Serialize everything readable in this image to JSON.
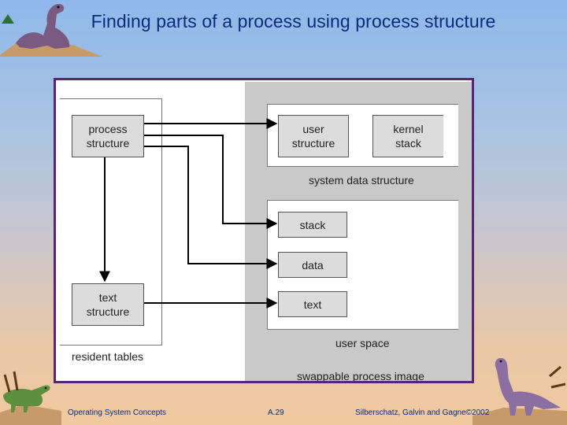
{
  "slide": {
    "title": "Finding parts of a process using process structure",
    "footer_left": "Operating System Concepts",
    "footer_center": "A.29",
    "footer_right": "Silberschatz, Galvin and Gagne©2002"
  },
  "diagram": {
    "process_structure": "process structure",
    "text_structure": "text structure",
    "resident_tables": "resident tables",
    "user_structure": "user structure",
    "kernel_stack": "kernel stack",
    "system_data_structure": "system data structure",
    "stack": "stack",
    "data": "data",
    "text": "text",
    "user_space": "user space",
    "swappable_process_image": "swappable process image"
  },
  "colors": {
    "title": "#0a2c7a",
    "frame": "#5b2374",
    "box_fill": "#dcdcdc",
    "swappable_fill": "#c9c9c9"
  }
}
